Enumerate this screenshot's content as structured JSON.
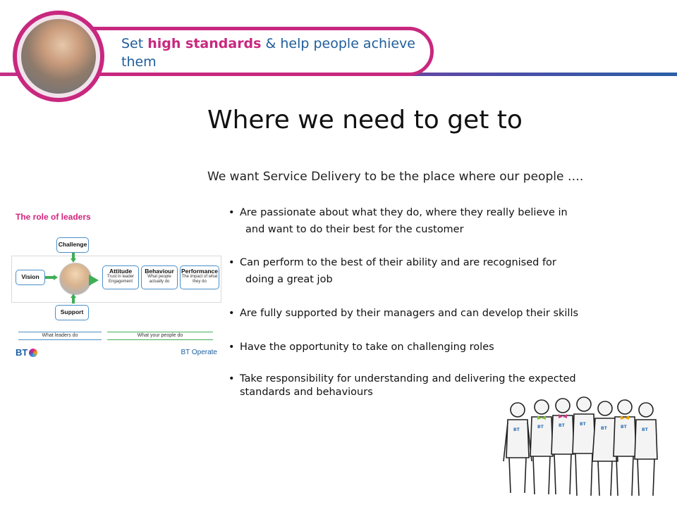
{
  "header": {
    "tagline_pre": "Set ",
    "tagline_highlight": "high standards",
    "tagline_post": " & help people achieve them"
  },
  "title": "Where we need to get to",
  "intro": "We want Service Delivery to be the place where our people ….",
  "bullets": [
    {
      "line1": "Are passionate about what they do, where they really believe in",
      "line2": "and want to do their best for the customer"
    },
    {
      "line1": "Can perform to the best of their ability and are recognised for",
      "line2": "doing a great job"
    },
    {
      "line1": "Are fully supported by their managers and can develop their skills",
      "line2": ""
    },
    {
      "line1": "Have the opportunity to take on challenging roles",
      "line2": ""
    },
    {
      "line1": "Take responsibility for understanding and delivering the expected",
      "line2": "standards and behaviours"
    }
  ],
  "diagram": {
    "title": "The role of leaders",
    "challenge": "Challenge",
    "vision": "Vision",
    "support": "Support",
    "attitude": "Attitude",
    "attitude_sub": "Trust in leader Engagement",
    "behaviour": "Behaviour",
    "behaviour_sub": "What people actually do",
    "performance": "Performance",
    "performance_sub": "The impact of what they do",
    "left_bar": "What leaders do",
    "right_bar": "What your people do",
    "logo": "BT",
    "operate": "BT Operate"
  },
  "colors": {
    "accent": "#c8287f",
    "blue": "#1f5d9a",
    "green": "#3fae55"
  },
  "icons": {
    "photo": "person-photo",
    "people": "cartoon-people-group"
  }
}
